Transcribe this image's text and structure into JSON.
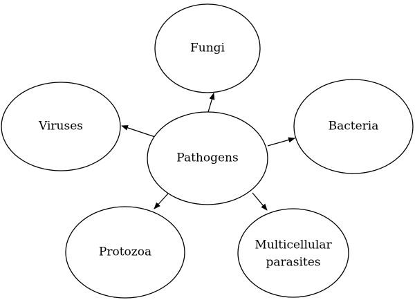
{
  "diagram": {
    "center": {
      "label": "Pathogens"
    },
    "nodes": {
      "fungi": {
        "label": "Fungi"
      },
      "viruses": {
        "label": "Viruses"
      },
      "bacteria": {
        "label": "Bacteria"
      },
      "protozoa": {
        "label": "Protozoa"
      },
      "multicellular": {
        "label_line1": "Multicellular",
        "label_line2": "parasites"
      }
    }
  }
}
